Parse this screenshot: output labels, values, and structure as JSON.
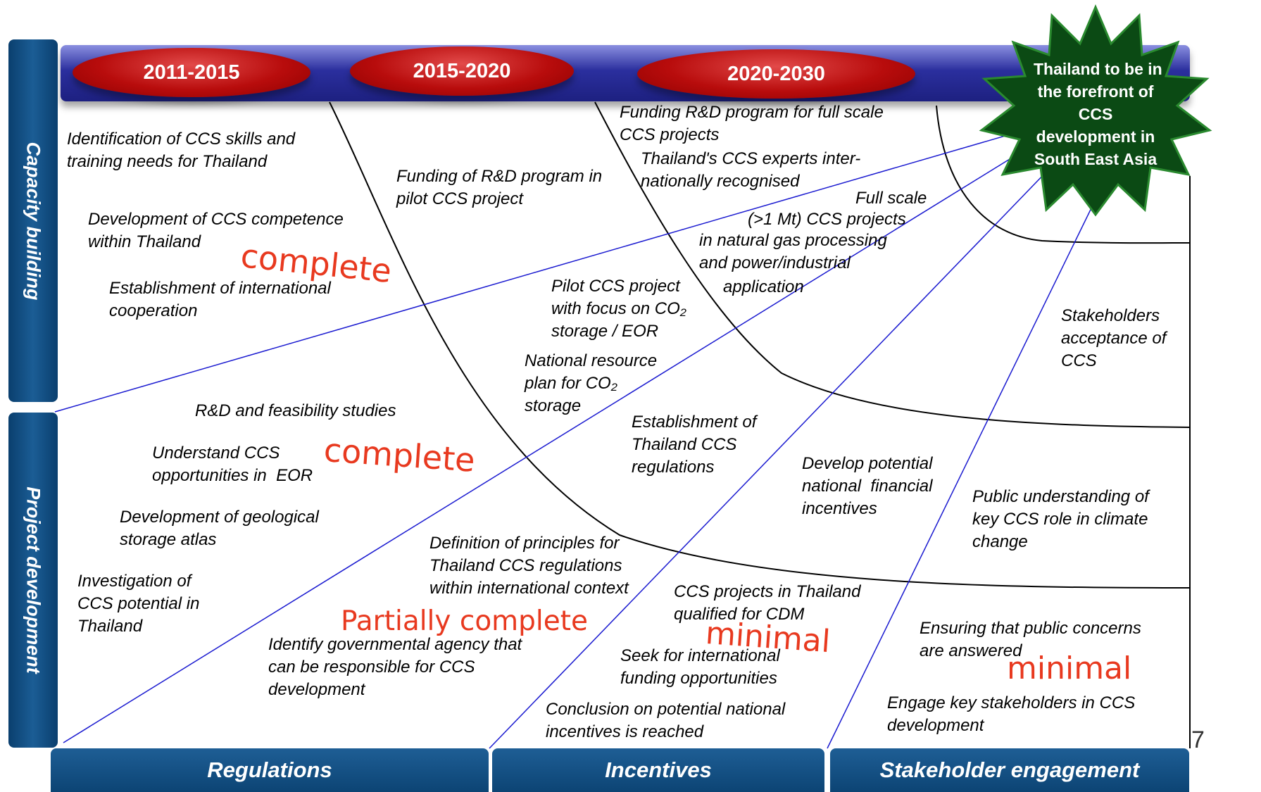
{
  "timeline": {
    "periods": [
      "2011-2015",
      "2015-2020",
      "2020-2030"
    ]
  },
  "sidebars": {
    "capacity_building": "Capacity building",
    "project_development": "Project development"
  },
  "bottom_bars": {
    "regulations": "Regulations",
    "incentives": "Incentives",
    "stakeholder_engagement": "Stakeholder engagement"
  },
  "goal": {
    "text": "Thailand to be in\nthe forefront of\nCCS\ndevelopment in\nSouth East Asia",
    "colors": {
      "star_fill": "#0b4a14",
      "star_edge": "#2a8a2f"
    }
  },
  "capacity_building_items": {
    "skills": "Identification of CCS skills and\ntraining needs for Thailand",
    "competence": "Development of CCS competence\nwithin Thailand",
    "international": "Establishment of international\ncooperation",
    "funding_pilot": "Funding of R&D program in\npilot CCS project",
    "funding_full": "Funding R&D program for full scale\nCCS projects",
    "experts": "Thailand's CCS experts inter-\nnationally recognised"
  },
  "project_development_items": {
    "rd": "R&D and feasibility studies",
    "eor": "Understand CCS\nopportunities in  EOR",
    "atlas": "Development of geological\nstorage atlas",
    "investigation": "Investigation of\nCCS potential in\nThailand",
    "pilot": "Pilot CCS project\nwith focus on CO₂\nstorage / EOR",
    "resource_plan": "National resource\nplan for CO₂\nstorage",
    "full_scale_1": "Full scale",
    "full_scale_2": "(>1 Mt) CCS projects",
    "full_scale_3": "in natural gas processing\nand power/industrial",
    "full_scale_4": "application"
  },
  "regulation_items": {
    "establishment": "Establishment of\nThailand CCS\nregulations",
    "principles": "Definition of principles for\nThailand CCS regulations\nwithin international context",
    "agency": "Identify governmental agency that\ncan be responsible for CCS\ndevelopment"
  },
  "incentive_items": {
    "financial": "Develop potential\nnational  financial\nincentives",
    "cdm": "CCS projects in Thailand\nqualified for CDM",
    "funding": "Seek for international\nfunding opportunities",
    "conclusion": "Conclusion on potential national\nincentives is reached"
  },
  "stakeholder_items": {
    "acceptance": "Stakeholders\nacceptance of\nCCS",
    "understanding": "Public understanding of\nkey CCS role in climate\nchange",
    "concerns": "Ensuring that public concerns\nare answered",
    "engage": "Engage key stakeholders in CCS\ndevelopment"
  },
  "status_labels": {
    "complete_1": "complete",
    "complete_2": "complete",
    "partial": "Partially complete",
    "minimal_1": "minimal",
    "minimal_2": "minimal"
  },
  "page_number": "7",
  "colors": {
    "timeline_bar": "#2b2f9e",
    "period_oval": "#b80c0c",
    "sidebar": "#0c4474",
    "status_text": "#e8391f",
    "divider_blue": "#1a1ad0",
    "divider_black": "#000000"
  }
}
